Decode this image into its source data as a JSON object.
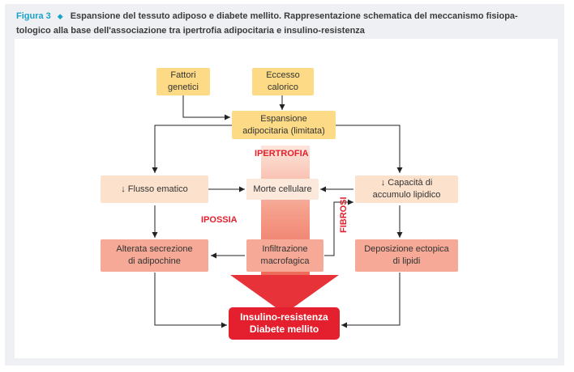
{
  "caption": {
    "figure_label": "Figura 3",
    "text_line1": "Espansione del tessuto adiposo e diabete mellito. Rappresentazione schematica del meccanismo fisiopa-",
    "text_line2": "tologico alla base dell'associazione tra ipertrofia adipocitaria e insulino-resistenza"
  },
  "nodes": {
    "fattori_genetici": [
      "Fattori",
      "genetici"
    ],
    "eccesso_calorico": [
      "Eccesso",
      "calorico"
    ],
    "espansione": [
      "Espansione",
      "adipocitaria (limitata)"
    ],
    "flusso_ematico": [
      "Flusso ematico"
    ],
    "morte_cellulare": [
      "Morte cellulare"
    ],
    "capacita_accumulo": [
      "Capacità di",
      "accumulo lipidico"
    ],
    "alterata_secrezione": [
      "Alterata secrezione",
      "di adipochine"
    ],
    "infiltrazione": [
      "Infiltrazione",
      "macrofagica"
    ],
    "deposizione": [
      "Deposizione ectopica",
      "di lipidi"
    ],
    "insulino": [
      "Insulino-resistenza",
      "Diabete mellito"
    ]
  },
  "labels": {
    "ipertrofia": "IPERTROFIA",
    "ipossia": "IPOSSIA",
    "fibrosi": "FIBROSI"
  },
  "colors": {
    "accent": "#1aa3c9",
    "yellow_box": "#fddb86",
    "peach_box": "#fce1cc",
    "salmon_box": "#f5a996",
    "red": "#e4202e"
  }
}
